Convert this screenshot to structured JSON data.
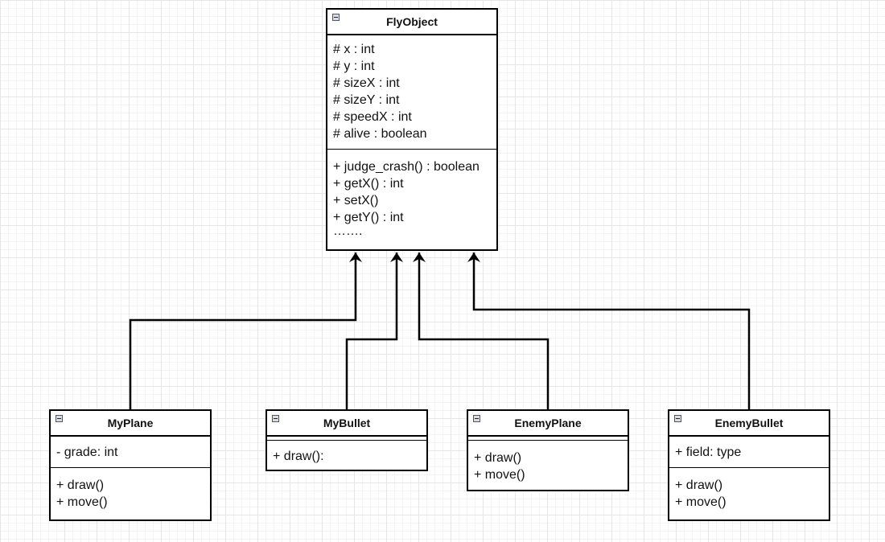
{
  "classes": {
    "flyobject": {
      "name": "FlyObject",
      "attributes": [
        "# x :  int",
        "# y :  int",
        "# sizeX : int",
        "# sizeY : int",
        "# speedX : int",
        "# alive : boolean"
      ],
      "operations": [
        "+ judge_crash() : boolean",
        "+ getX() : int",
        "+ setX()",
        "+ getY() : int",
        "……."
      ]
    },
    "myplane": {
      "name": "MyPlane",
      "attributes": [
        "- grade: int"
      ],
      "operations": [
        "+ draw()",
        "+ move()"
      ]
    },
    "mybullet": {
      "name": "MyBullet",
      "attributes": [],
      "operations": [
        "+ draw():"
      ]
    },
    "enemyplane": {
      "name": "EnemyPlane",
      "attributes": [],
      "operations": [
        "+ draw()",
        "+ move()"
      ]
    },
    "enemybullet": {
      "name": "EnemyBullet",
      "attributes": [
        "+ field: type"
      ],
      "operations": [
        "+ draw()",
        "+ move()"
      ]
    }
  },
  "relations": [
    {
      "from": "MyPlane",
      "to": "FlyObject",
      "type": "generalization"
    },
    {
      "from": "MyBullet",
      "to": "FlyObject",
      "type": "generalization"
    },
    {
      "from": "EnemyPlane",
      "to": "FlyObject",
      "type": "generalization"
    },
    {
      "from": "EnemyBullet",
      "to": "FlyObject",
      "type": "generalization"
    }
  ]
}
